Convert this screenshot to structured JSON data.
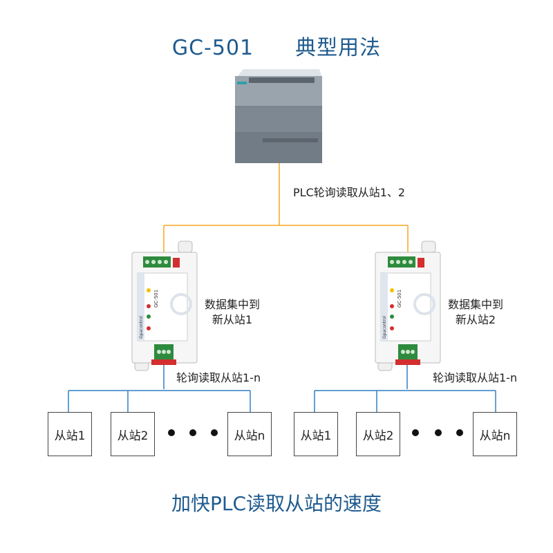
{
  "title": {
    "model": "GC-501",
    "subtitle": "典型用法"
  },
  "plc_label": "PLC轮询读取从站1、2",
  "gateways": [
    {
      "label_line1": "数据集中到",
      "label_line2": "新从站1",
      "poll_label": "轮询读取从站1-n",
      "device_text": "GC-501",
      "brand_text": "Gpacontrol"
    },
    {
      "label_line1": "数据集中到",
      "label_line2": "新从站2",
      "poll_label": "轮询读取从站1-n",
      "device_text": "GC-501",
      "brand_text": "Gpacontrol"
    }
  ],
  "slaves_group1": [
    "从站1",
    "从站2",
    "从站n"
  ],
  "slaves_group2": [
    "从站1",
    "从站2",
    "从站n"
  ],
  "footer": "加快PLC读取从站的速度",
  "colors": {
    "title": "#1e5a8e",
    "plc_line": "#f5a623",
    "bus_line": "#2f7fc4"
  }
}
